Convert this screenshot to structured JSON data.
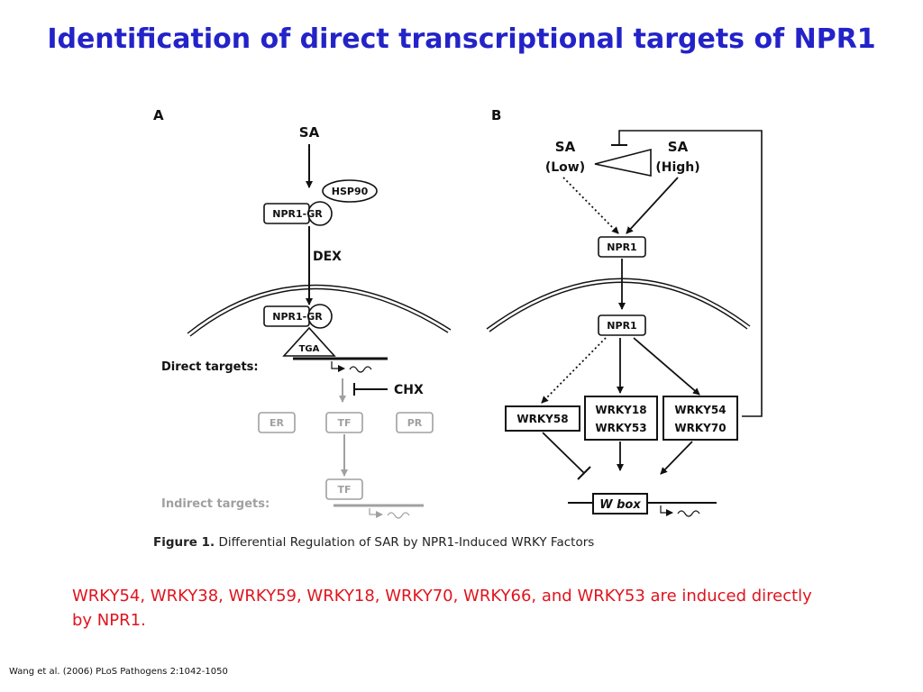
{
  "slide": {
    "title": "Identification of direct transcriptional targets of NPR1",
    "figure_caption_label": "Figure 1.",
    "figure_caption_text": "Differential Regulation of SAR by NPR1-Induced WRKY Factors",
    "note": "WRKY54, WRKY38, WRKY59, WRKY18, WRKY70, WRKY66, and WRKY53 are induced directly by NPR1.",
    "reference": "Wang et al. (2006) PLoS Pathogens 2:1042-1050"
  },
  "panel_a": {
    "label": "A",
    "sa": "SA",
    "hsp90": "HSP90",
    "npr1_gr_top": "NPR1-GR",
    "dex": "DEX",
    "npr1_gr_nuc": "NPR1-GR",
    "tga": "TGA",
    "direct_targets": "Direct targets:",
    "chx": "CHX",
    "er": "ER",
    "tf1": "TF",
    "pr": "PR",
    "tf2": "TF",
    "indirect_targets": "Indirect targets:"
  },
  "panel_b": {
    "label": "B",
    "sa_low": "SA",
    "low": "(Low)",
    "sa_high": "SA",
    "high": "(High)",
    "npr1_top": "NPR1",
    "npr1_nuc": "NPR1",
    "wrky58": "WRKY58",
    "wrky18": "WRKY18",
    "wrky53": "WRKY53",
    "wrky54": "WRKY54",
    "wrky70": "WRKY70",
    "wbox": "W box"
  },
  "colors": {
    "title": "#2323c8",
    "note": "#e0141e",
    "faded": "#a0a0a0"
  }
}
